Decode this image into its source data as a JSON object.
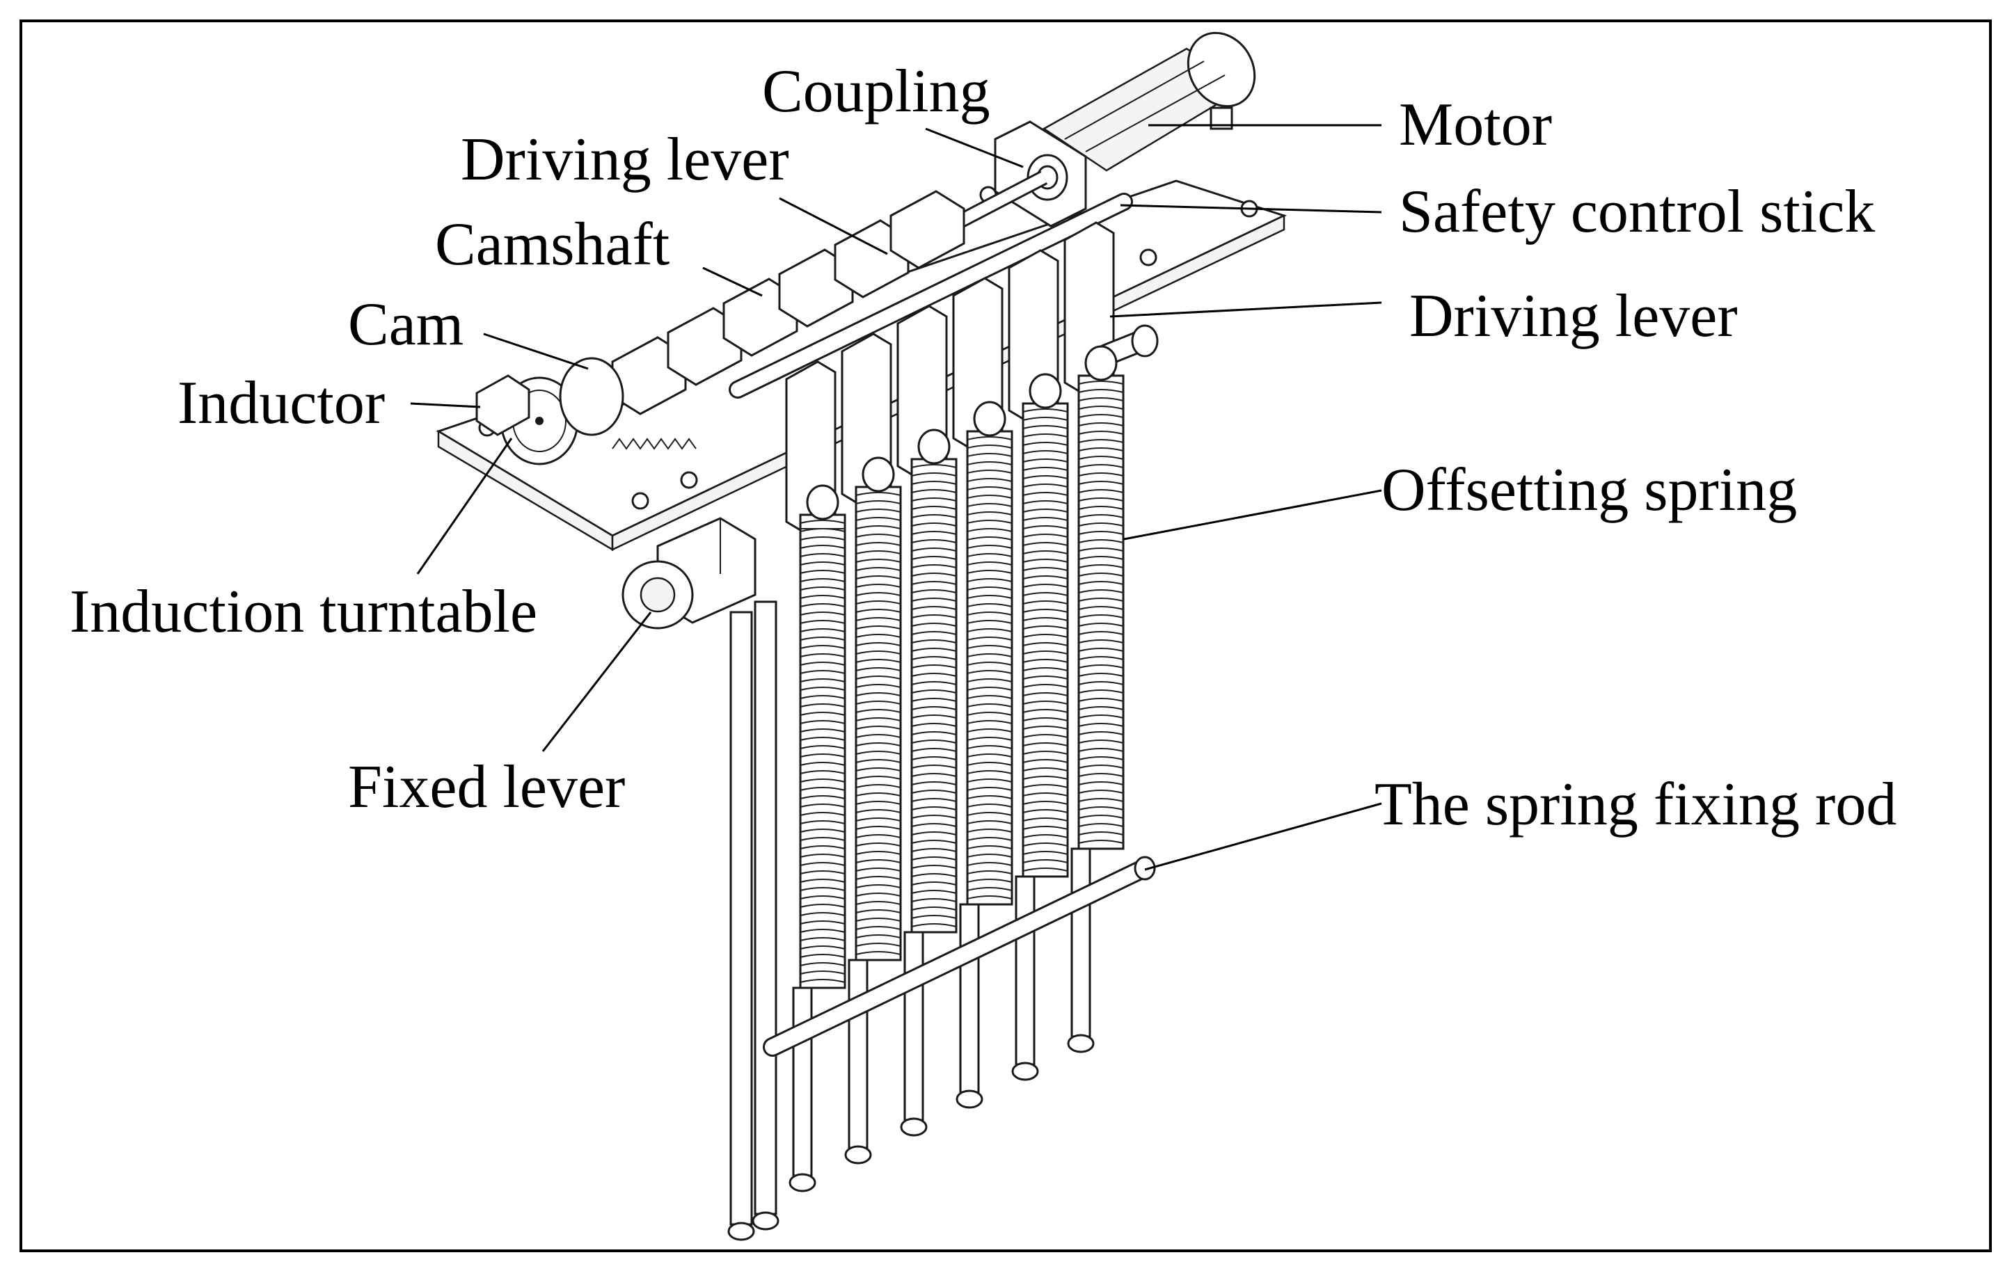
{
  "diagram": {
    "labels": {
      "coupling": "Coupling",
      "motor": "Motor",
      "driving_lever_top": "Driving lever",
      "safety_control_stick": "Safety control stick",
      "camshaft": "Camshaft",
      "driving_lever_right": "Driving lever",
      "cam": "Cam",
      "inductor": "Inductor",
      "offsetting_spring": "Offsetting spring",
      "induction_turntable": "Induction turntable",
      "fixed_lever": "Fixed lever",
      "spring_fixing_rod": "The spring fixing rod"
    },
    "spring_count": 6,
    "rod_count": 7
  }
}
